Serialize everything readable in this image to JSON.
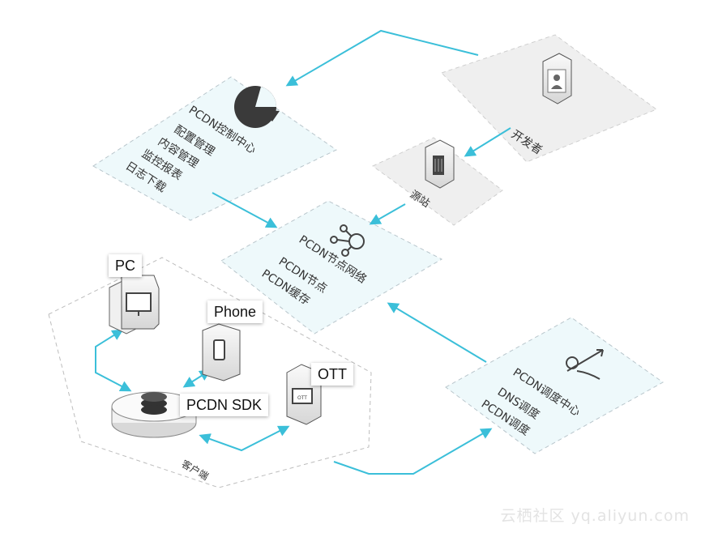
{
  "control_center": {
    "title": "PCDN控制中心",
    "items": [
      "配置管理",
      "内容管理",
      "监控报表",
      "日志下载"
    ]
  },
  "developer": {
    "label": "开发者"
  },
  "origin": {
    "label": "源站"
  },
  "node_network": {
    "title": "PCDN节点网络",
    "items": [
      "PCDN节点",
      "PCDN缓存"
    ]
  },
  "scheduling_center": {
    "title": "PCDN调度中心",
    "items": [
      "DNS调度",
      "PCDN调度"
    ]
  },
  "client": {
    "group_label": "客户端",
    "pc": "PC",
    "phone": "Phone",
    "ott": "OTT",
    "ott_screen": "OTT",
    "sdk": "PCDN SDK"
  },
  "watermark": "云栖社区 yq.aliyun.com",
  "colors": {
    "arrow": "#3bbfd9",
    "panel_fill": "#eef9fb",
    "gray_panel": "#efefef",
    "dash": "#b9c6cc"
  }
}
